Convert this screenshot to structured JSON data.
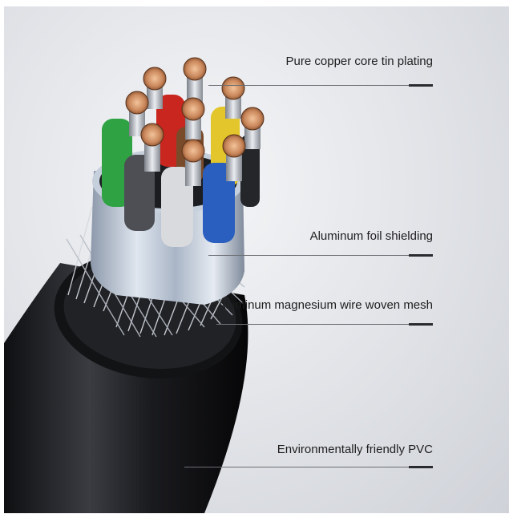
{
  "photo": {
    "subject_icon": "shielded-cable-cross-section-icon",
    "colors": {
      "jacket": "#1c1d20",
      "foil": "#b9c3d2",
      "copper": "#c9865a",
      "wires": [
        "#2fa344",
        "#c8261f",
        "#e2c62b",
        "#4d4f55",
        "#d9dadd",
        "#2a5fbf",
        "#25262a",
        "#7a4b2a"
      ]
    }
  },
  "callouts": [
    {
      "label": "Pure copper core tin plating"
    },
    {
      "label": "Aluminum foil shielding"
    },
    {
      "label": "Aluminum magnesium wire woven mesh"
    },
    {
      "label": "Environmentally friendly PVC"
    }
  ]
}
